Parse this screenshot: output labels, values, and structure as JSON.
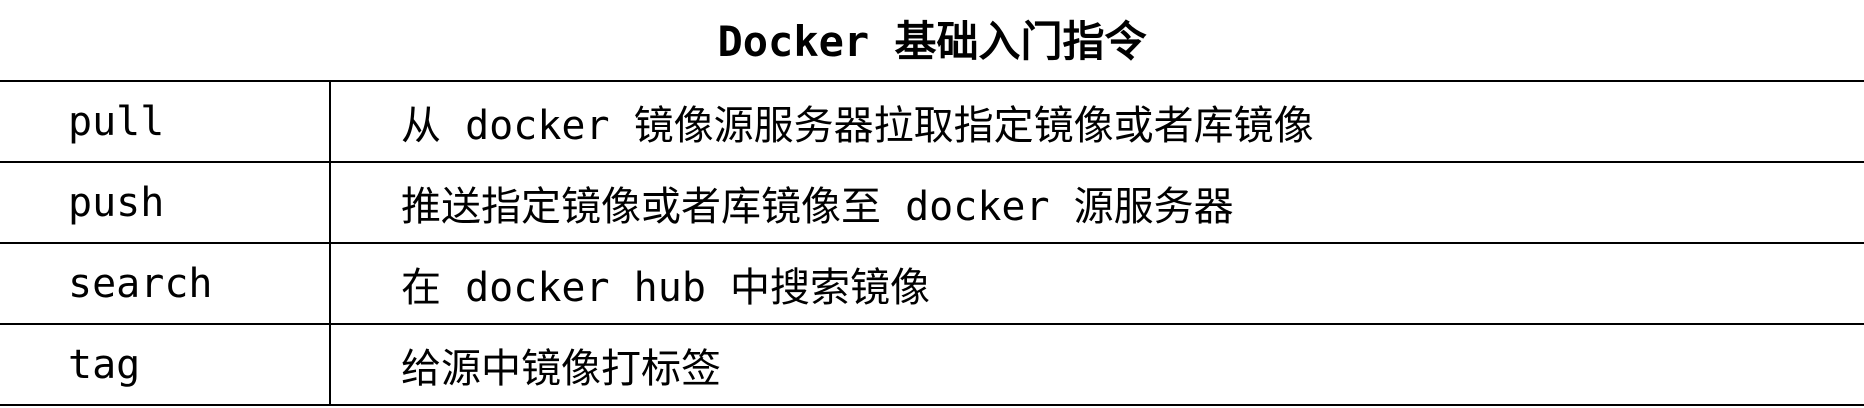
{
  "title": "Docker 基础入门指令",
  "rows": [
    {
      "command": "pull",
      "description": "从 docker 镜像源服务器拉取指定镜像或者库镜像"
    },
    {
      "command": "push",
      "description": "推送指定镜像或者库镜像至 docker 源服务器"
    },
    {
      "command": "search",
      "description": "在 docker hub 中搜索镜像"
    },
    {
      "command": "tag",
      "description": "给源中镜像打标签"
    }
  ]
}
